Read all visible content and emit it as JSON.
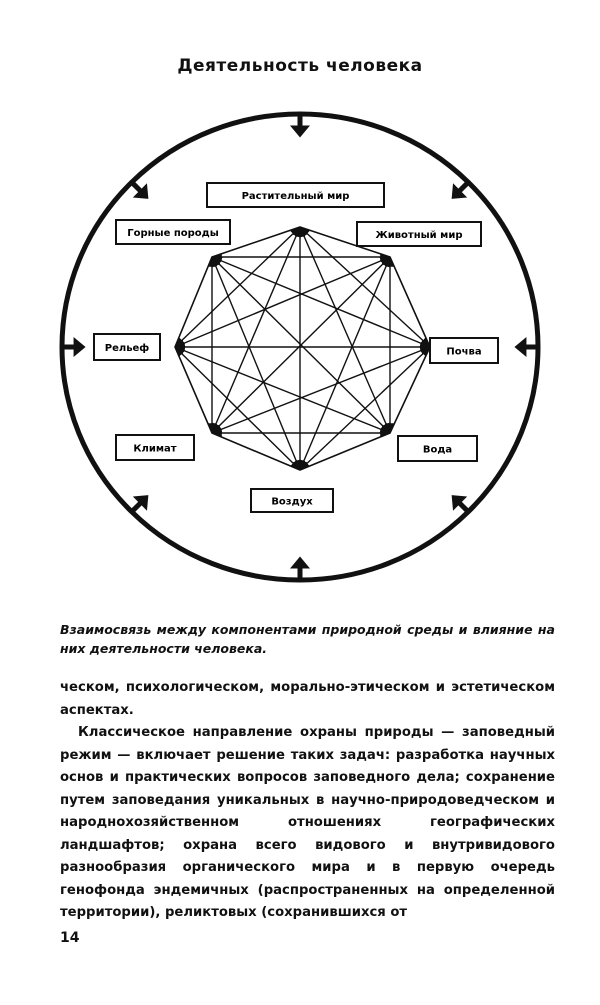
{
  "figure": {
    "title": "Деятельность человека",
    "nodes": [
      "Растительный мир",
      "Животный мир",
      "Почва",
      "Вода",
      "Воздух",
      "Климат",
      "Рельеф",
      "Горные породы"
    ]
  },
  "caption": "Взаимосвязь между компонентами природной среды и влияние на них деятельности человека.",
  "body": {
    "p1": "ческом, психологическом, морально-этическом и эстетическом аспектах.",
    "p2": "Классическое направление охраны природы — заповедный режим — включает решение таких задач: разработка научных основ и практических вопросов заповедного дела; сохранение путем заповедания уникальных в научно-природоведческом и народнохозяйственном отношениях географических ландшафтов; охрана всего видового и внутривидового разнообразия органического мира и в первую очередь генофонда эндемичных (распространенных на определенной территории), реликтовых (сохранившихся от"
  },
  "page_number": "14"
}
